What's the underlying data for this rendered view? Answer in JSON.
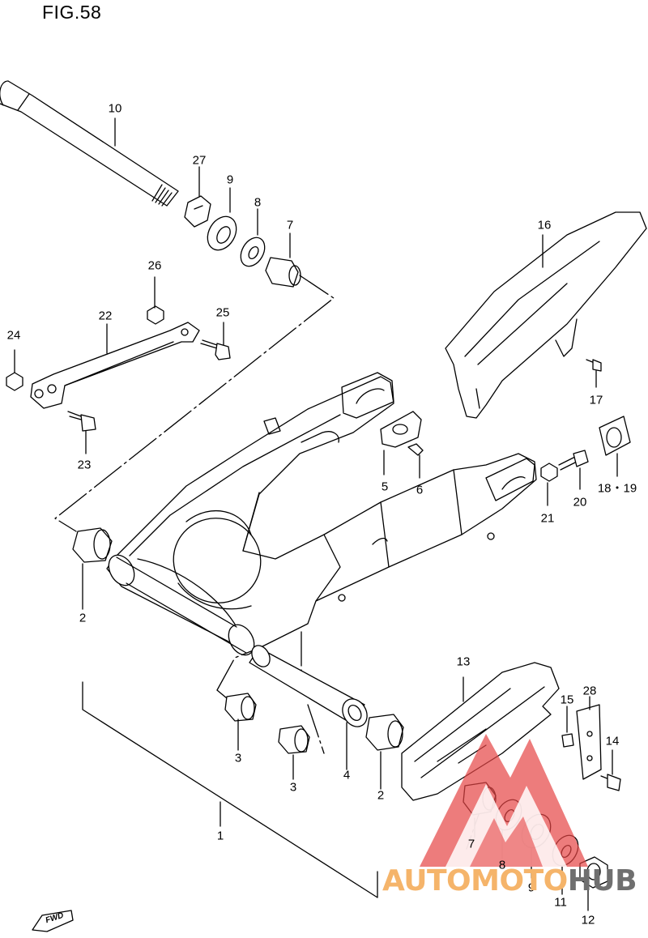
{
  "figure": {
    "title": "FIG.58"
  },
  "callouts": {
    "p1": "1",
    "p2a": "2",
    "p2b": "2",
    "p3a": "3",
    "p3b": "3",
    "p4": "4",
    "p5": "5",
    "p6": "6",
    "p7a": "7",
    "p7b": "7",
    "p8a": "8",
    "p8b": "8",
    "p9a": "9",
    "p9b": "9",
    "p10": "10",
    "p11": "11",
    "p12": "12",
    "p13": "13",
    "p14": "14",
    "p15": "15",
    "p16": "16",
    "p17": "17",
    "p18_19": "18・19",
    "p20": "20",
    "p21": "21",
    "p22": "22",
    "p23": "23",
    "p24": "24",
    "p25": "25",
    "p26": "26",
    "p27": "27",
    "p28": "28"
  },
  "fwd_marker": {
    "label": "FWD"
  },
  "watermark": {
    "text_a": "AUTOMOTO",
    "text_b": "HUB",
    "color_a": "#f5b46a",
    "color_b": "#6f6f6f",
    "logo_color": "#e64545"
  }
}
